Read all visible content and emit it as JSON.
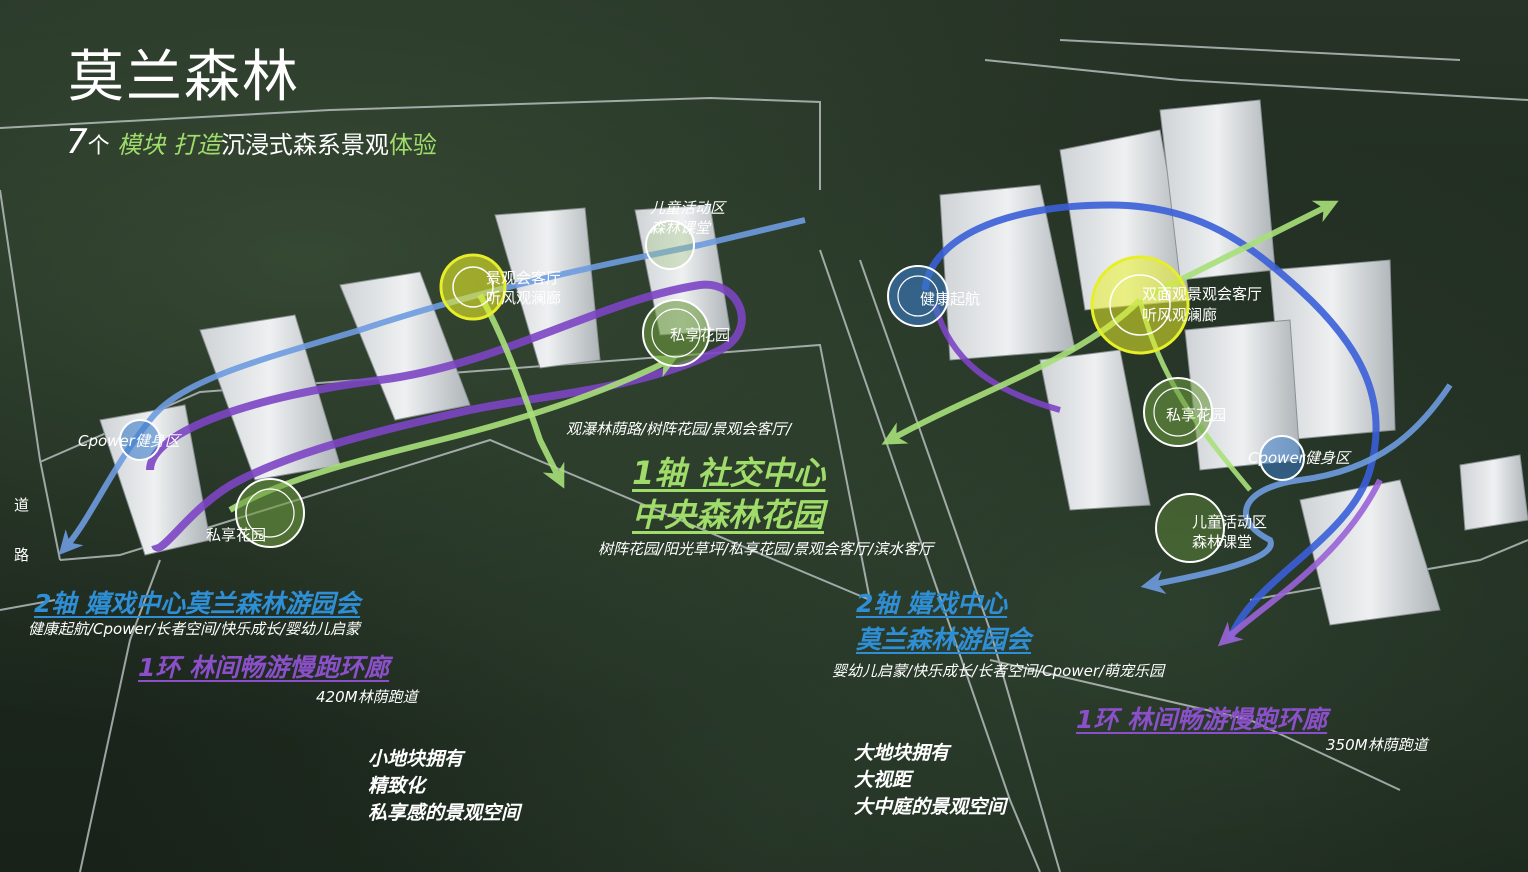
{
  "header": {
    "title": "莫兰森林",
    "subtitle": {
      "num": "7",
      "ge": "个",
      "mokuai": "模块",
      "dazao": "打造",
      "chenjin": "沉浸式森系景观",
      "tiyan": "体验"
    }
  },
  "center": {
    "top_desc": "观瀑林荫路/树阵花园/景观会客厅/",
    "axis1_line1": "1轴 社交中心",
    "axis1_line2": "中央森林花园",
    "bottom_desc": "树阵花园/阳光草坪/私享花园/景观会客厅/滨水客厅"
  },
  "left_block": {
    "axis2": "2轴 嬉戏中心莫兰森林游园会",
    "axis2_desc": "健康起航/Cpower/长者空间/快乐成长/婴幼儿启蒙",
    "ring1": "1环 林间畅游慢跑环廊",
    "ring1_desc": "420M林荫跑道",
    "note": [
      "小地块拥有",
      "精致化",
      "私享感的景观空间"
    ],
    "nodes": {
      "kids": [
        "儿童活动区",
        "森林课堂"
      ],
      "lounge": [
        "景观会客厅",
        "听风观澜廊"
      ],
      "garden_right": "私享花园",
      "cpower": "Cpower健身区",
      "garden_left": "私享花园"
    },
    "road": [
      "道",
      "路"
    ]
  },
  "right_block": {
    "axis2_line1": "2轴 嬉戏中心",
    "axis2_line2": "莫兰森林游园会",
    "axis2_desc": "婴幼儿启蒙/快乐成长/长者空间/Cpower/萌宠乐园",
    "ring1": "1环 林间畅游慢跑环廊",
    "ring1_desc": "350M林荫跑道",
    "note": [
      "大地块拥有",
      "大视距",
      "大中庭的景观空间"
    ],
    "nodes": {
      "health": "健康起航",
      "lounge": [
        "双面观景观会客厅",
        "听风观澜廊"
      ],
      "garden": "私享花园",
      "cpower": "Cpower健身区",
      "kids": [
        "儿童活动区",
        "森林课堂"
      ]
    }
  },
  "colors": {
    "green": "#9fdc6a",
    "blue": "#2f8fd6",
    "purple": "#8b4fc9",
    "yellow": "#e7ee2a",
    "ring_blue": "#3a5fd8"
  }
}
